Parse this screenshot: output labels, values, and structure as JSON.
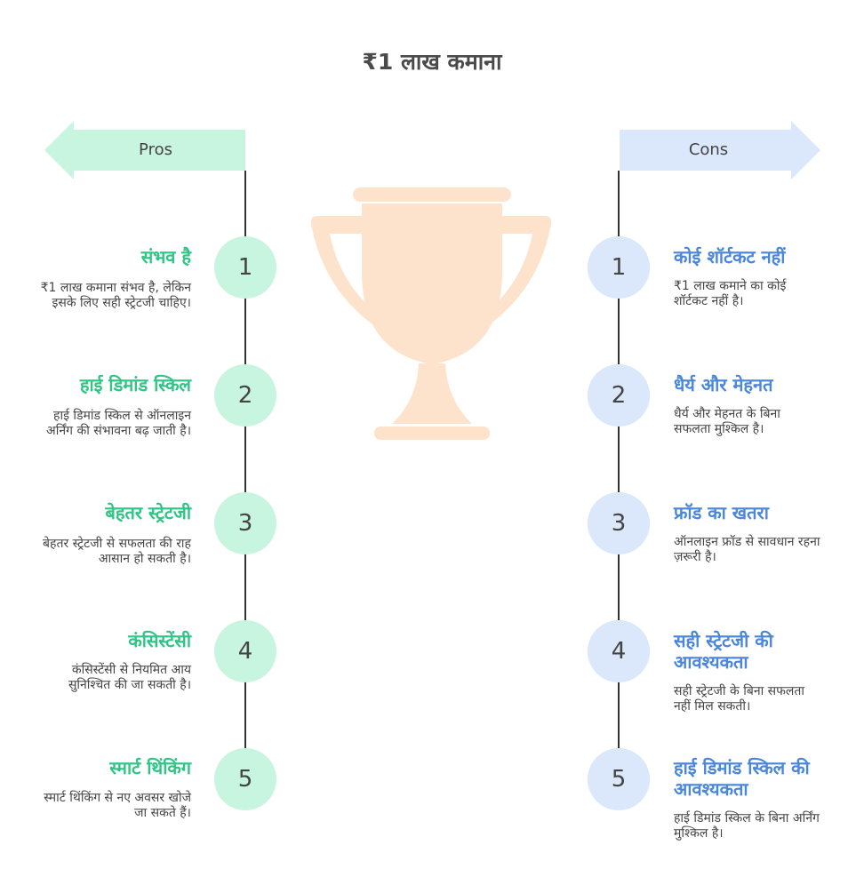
{
  "title": "₹1 लाख कमाना",
  "pros": {
    "label": "Pros",
    "color": "#2fc585",
    "items": [
      {
        "num": "1",
        "heading": "संभव है",
        "desc": "₹1 लाख कमाना संभव है, लेकिन इसके लिए सही स्ट्रेटजी चाहिए।"
      },
      {
        "num": "2",
        "heading": "हाई डिमांड स्किल",
        "desc": "हाई डिमांड स्किल से ऑनलाइन अर्निंग की संभावना बढ़ जाती है।"
      },
      {
        "num": "3",
        "heading": "बेहतर स्ट्रेटजी",
        "desc": "बेहतर स्ट्रेटजी से सफलता की राह आसान हो सकती है।"
      },
      {
        "num": "4",
        "heading": "कंसिस्टेंसी",
        "desc": "कंसिस्टेंसी से नियमित आय सुनिश्चित की जा सकती है।"
      },
      {
        "num": "5",
        "heading": "स्मार्ट थिंकिंग",
        "desc": "स्मार्ट थिंकिंग से नए अवसर खोजे जा सकते हैं।"
      }
    ]
  },
  "cons": {
    "label": "Cons",
    "color": "#4a86dc",
    "items": [
      {
        "num": "1",
        "heading": "कोई शॉर्टकट नहीं",
        "desc": "₹1 लाख कमाने का कोई शॉर्टकट नहीं है।"
      },
      {
        "num": "2",
        "heading": "धैर्य और मेहनत",
        "desc": "धैर्य और मेहनत के बिना सफलता मुश्किल है।"
      },
      {
        "num": "3",
        "heading": "फ्रॉड का खतरा",
        "desc": "ऑनलाइन फ्रॉड से सावधान रहना ज़रूरी है।"
      },
      {
        "num": "4",
        "heading": "सही स्ट्रेटजी की आवश्यकता",
        "desc": "सही स्ट्रेटजी के बिना सफलता नहीं मिल सकती।"
      },
      {
        "num": "5",
        "heading": "हाई डिमांड स्किल की आवश्यकता",
        "desc": "हाई डिमांड स्किल के बिना अर्निंग मुश्किल है।"
      }
    ]
  },
  "icons": {
    "trophy": "trophy-icon",
    "pros_arrow": "arrow-left-icon",
    "cons_arrow": "arrow-right-icon"
  },
  "colors": {
    "pro_fill": "#c8f5e0",
    "con_fill": "#dbe7fb",
    "trophy": "#fde3cc"
  }
}
